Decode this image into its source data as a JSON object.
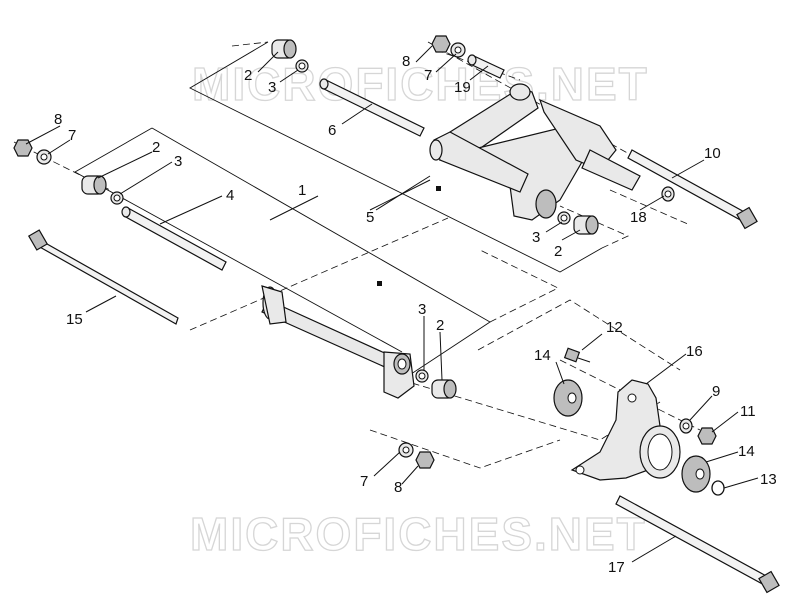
{
  "watermark": {
    "text": "MICROFICHES.NET"
  },
  "callouts": [
    "1",
    "2",
    "3",
    "4",
    "5",
    "6",
    "7",
    "8",
    "9",
    "10",
    "11",
    "12",
    "13",
    "14",
    "15",
    "16",
    "17",
    "18",
    "19"
  ],
  "labels": {
    "l1": "1",
    "l2a": "2",
    "l2b": "2",
    "l2c": "2",
    "l2d": "2",
    "l3a": "3",
    "l3b": "3",
    "l3c": "3",
    "l3d": "3",
    "l4": "4",
    "l5": "5",
    "l6": "6",
    "l7a": "7",
    "l7b": "7",
    "l7c": "7",
    "l8a": "8",
    "l8b": "8",
    "l8c": "8",
    "l9": "9",
    "l10": "10",
    "l11": "11",
    "l12": "12",
    "l13": "13",
    "l14a": "14",
    "l14b": "14",
    "l15": "15",
    "l16": "16",
    "l17": "17",
    "l18": "18",
    "l19": "19"
  }
}
